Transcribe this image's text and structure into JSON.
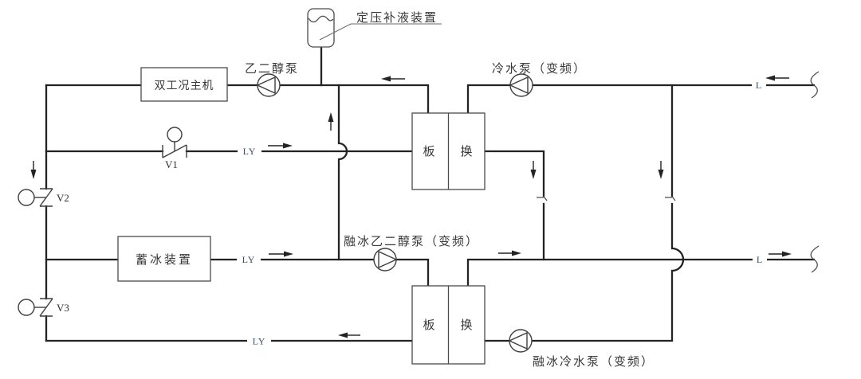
{
  "diagram_title": "ice-storage-glycol-system-schematic",
  "equipment": {
    "expansion_tank": "定压补液装置",
    "chiller": "双工况主机",
    "ice_storage": "蓄冰装置",
    "hx_char_plate": "板",
    "hx_char_exchange": "换"
  },
  "pumps": {
    "glycol": "乙二醇泵",
    "chilled_water": "冷水泵（变频）",
    "ice_melt_glycol": "融冰乙二醇泵（变频）",
    "ice_melt_water": "融冰冷水泵（变频）"
  },
  "valves": {
    "v1": "V1",
    "v2": "V2",
    "v3": "V3"
  },
  "pipe_labels": {
    "glycol": "LY",
    "water": "L"
  },
  "colors": {
    "pipe": "#232323",
    "equipment_outline": "#4c4c4c",
    "text": "#383838",
    "pipe_tag_text": "#3d4e63",
    "background": "#ffffff"
  }
}
